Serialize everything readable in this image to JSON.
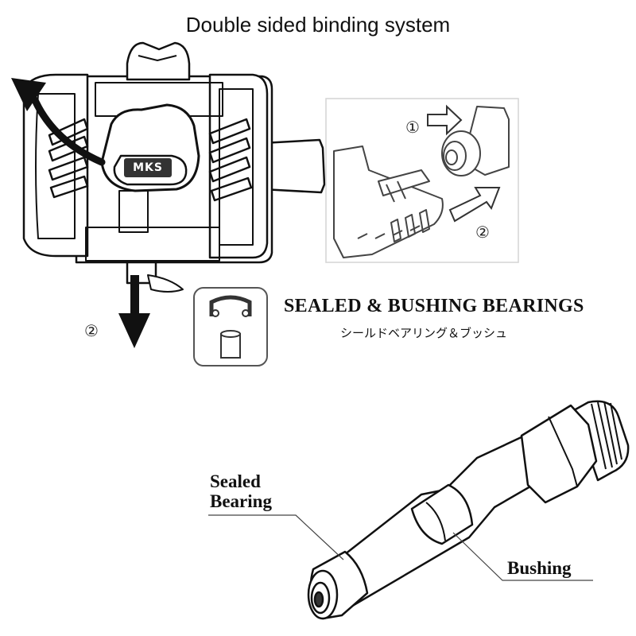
{
  "title": "Double sided binding system",
  "steps": {
    "step1": "①",
    "step2_inset": "②",
    "step2_main": "②"
  },
  "pedal": {
    "logo_text": "MKS"
  },
  "bearings": {
    "title": "SEALED & BUSHING BEARINGS",
    "subtitle": "シールドベアリング＆ブッシュ"
  },
  "spindle": {
    "sealed_label_line1": "Sealed",
    "sealed_label_line2": "Bearing",
    "bushing_label": "Bushing"
  }
}
